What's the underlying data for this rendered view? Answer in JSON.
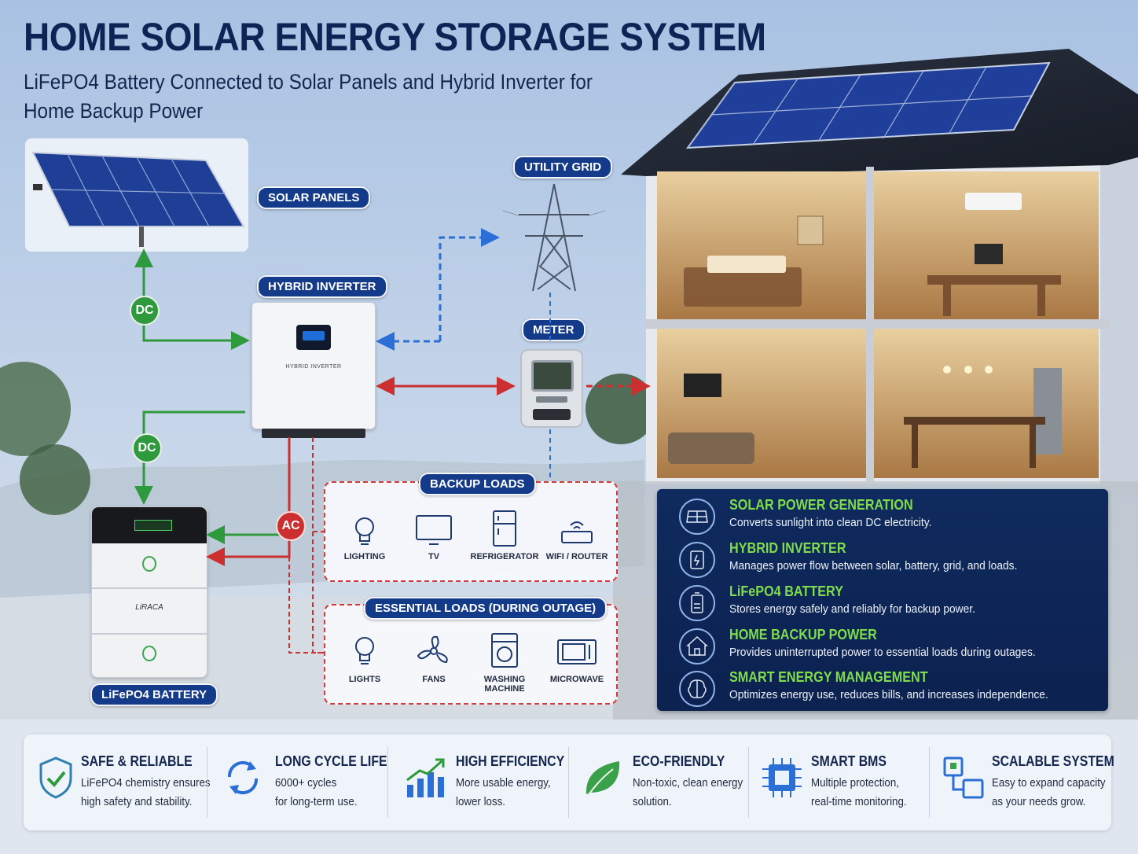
{
  "title": "HOME SOLAR ENERGY STORAGE SYSTEM",
  "subtitle": "LiFePO4 Battery Connected to Solar Panels and Hybrid Inverter for Home Backup Power",
  "labels": {
    "solar_panels": "SOLAR PANELS",
    "utility_grid": "UTILITY GRID",
    "hybrid_inverter": "HYBRID INVERTER",
    "meter": "METER",
    "battery": "LiFePO4 BATTERY",
    "inverter_body_text": "HYBRID INVERTER",
    "battery_logo": "LiRACA"
  },
  "badges": {
    "dc_top": "DC",
    "dc_bottom": "DC",
    "ac": "AC"
  },
  "backup_loads": {
    "title": "BACKUP LOADS",
    "items": [
      {
        "label": "LIGHTING",
        "icon": "bulb-icon"
      },
      {
        "label": "TV",
        "icon": "tv-icon"
      },
      {
        "label": "REFRIGERATOR",
        "icon": "fridge-icon"
      },
      {
        "label": "WIFI / ROUTER",
        "icon": "router-icon"
      }
    ]
  },
  "essential_loads": {
    "title": "ESSENTIAL LOADS (DURING OUTAGE)",
    "items": [
      {
        "label": "LIGHTS",
        "icon": "bulb-icon"
      },
      {
        "label": "FANS",
        "icon": "fan-icon"
      },
      {
        "label": "WASHING MACHINE",
        "icon": "washer-icon"
      },
      {
        "label": "MICROWAVE",
        "icon": "microwave-icon"
      }
    ]
  },
  "info": [
    {
      "title": "SOLAR POWER GENERATION",
      "desc": "Converts sunlight into clean DC electricity.",
      "icon": "solar-panel-icon"
    },
    {
      "title": "HYBRID INVERTER",
      "desc": "Manages power flow between solar, battery, grid, and loads.",
      "icon": "inverter-icon"
    },
    {
      "title": "LiFePO4 BATTERY",
      "desc": "Stores energy safely and reliably for backup power.",
      "icon": "battery-icon"
    },
    {
      "title": "HOME BACKUP POWER",
      "desc": "Provides uninterrupted power to essential loads during outages.",
      "icon": "house-icon"
    },
    {
      "title": "SMART ENERGY MANAGEMENT",
      "desc": "Optimizes energy use, reduces bills, and increases independence.",
      "icon": "brain-chip-icon"
    }
  ],
  "features": [
    {
      "title": "SAFE & RELIABLE",
      "line1": "LiFePO4 chemistry ensures",
      "line2": "high safety and stability.",
      "icon": "shield-check-icon"
    },
    {
      "title": "LONG CYCLE LIFE",
      "line1": "6000+ cycles",
      "line2": "for long-term use.",
      "icon": "cycle-arrows-icon"
    },
    {
      "title": "HIGH EFFICIENCY",
      "line1": "More usable energy,",
      "line2": "lower loss.",
      "icon": "growth-chart-icon"
    },
    {
      "title": "ECO-FRIENDLY",
      "line1": "Non-toxic, clean energy",
      "line2": "solution.",
      "icon": "leaf-icon"
    },
    {
      "title": "SMART BMS",
      "line1": "Multiple protection,",
      "line2": "real-time monitoring.",
      "icon": "chip-icon"
    },
    {
      "title": "SCALABLE SYSTEM",
      "line1": "Easy to expand capacity",
      "line2": "as your needs grow.",
      "icon": "scale-blocks-icon"
    }
  ],
  "colors": {
    "navy": "#0e2454",
    "pill_blue": "#143a8a",
    "dc_green": "#2f9a3d",
    "ac_red": "#cc2f30",
    "grid_blue": "#2b6fd6",
    "info_heading_green": "#7fdc4a"
  }
}
